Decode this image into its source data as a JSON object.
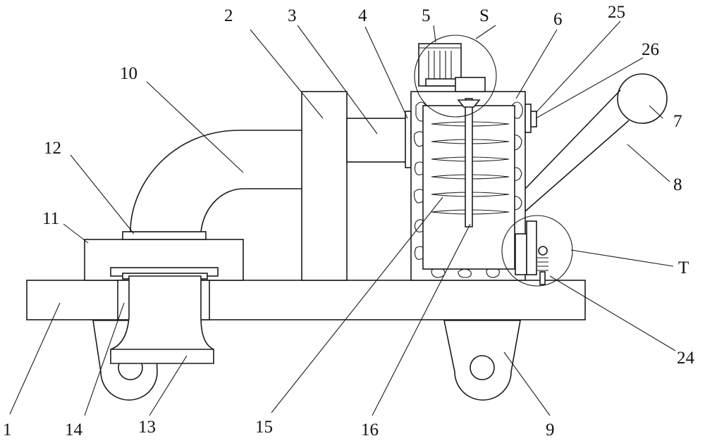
{
  "labels": {
    "l1": "1",
    "l2": "2",
    "l3": "3",
    "l4": "4",
    "l5": "5",
    "lS": "S",
    "l6": "6",
    "l25": "25",
    "l26": "26",
    "l7": "7",
    "l8": "8",
    "l10": "10",
    "l12": "12",
    "l11": "11",
    "lT": "T",
    "l24": "24",
    "l14": "14",
    "l13": "13",
    "l15": "15",
    "l16": "16",
    "l9": "9"
  }
}
